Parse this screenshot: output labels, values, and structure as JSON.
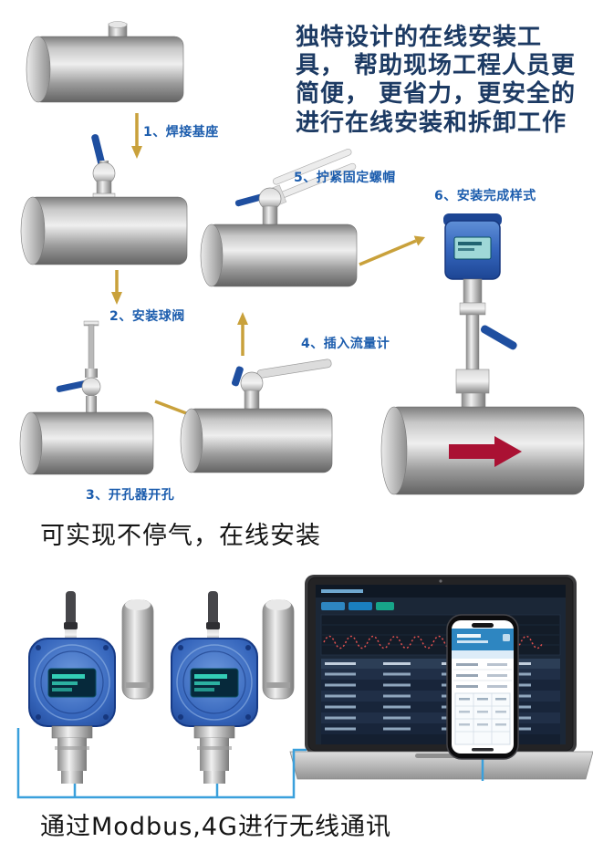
{
  "intro": {
    "text": "独特设计的在线安装工具， 帮助现场工程人员更简便， 更省力，更安全的进行在线安装和拆卸工作"
  },
  "steps": [
    {
      "label": "1、焊接基座"
    },
    {
      "label": "2、安装球阀"
    },
    {
      "label": "3、开孔器开孔"
    },
    {
      "label": "4、插入流量计"
    },
    {
      "label": "5、拧紧固定螺帽"
    },
    {
      "label": "6、安装完成样式"
    }
  ],
  "captions": {
    "online_install": "可实现不停气，在线安装",
    "communication": "通过Modbus,4G进行无线通讯"
  },
  "colors": {
    "step_label": "#1b5cad",
    "intro_text": "#1c3a63",
    "caption_text": "#151515",
    "arrow_gold": "#c9a13b",
    "flow_arrow_red": "#aa1133",
    "connection_line_blue": "#3aa0dc",
    "detector_body_blue": "#2f62b8",
    "valve_handle_blue": "#1f4fa0",
    "phone_header_blue": "#2e86c1",
    "laptop_screen_bg": "#1b2737"
  }
}
